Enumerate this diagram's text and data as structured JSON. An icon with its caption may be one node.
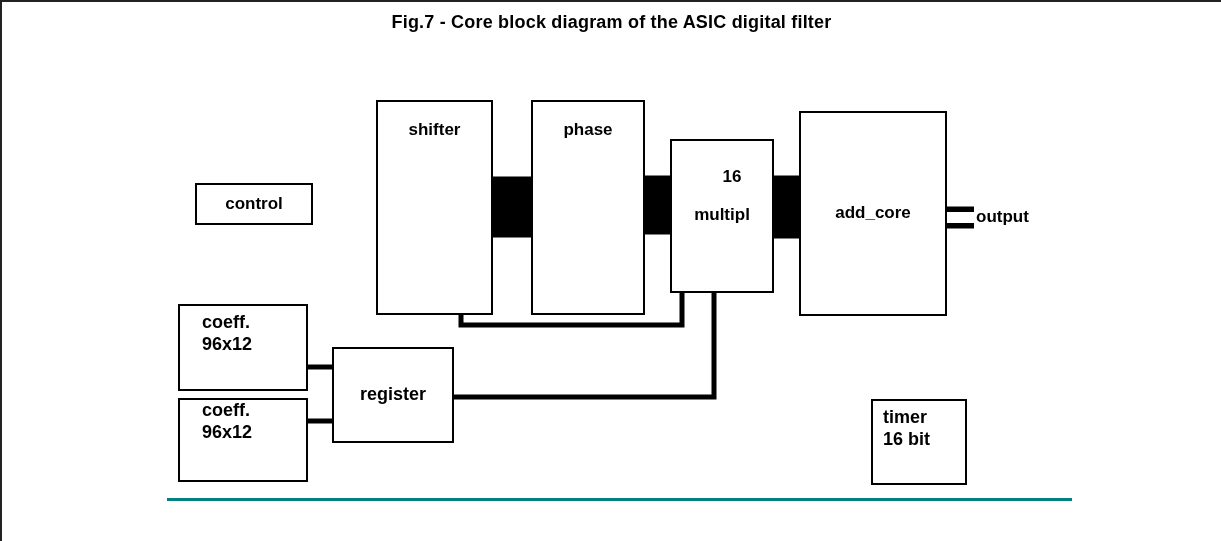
{
  "diagram": {
    "title": "Fig.7 - Core block diagram of the ASIC digital filter",
    "nodes": [
      {
        "text": [
          "control"
        ]
      },
      {
        "text": [
          "shifter"
        ]
      },
      {
        "text": [
          "phase"
        ]
      },
      {
        "text": [
          "16",
          "multipl"
        ]
      },
      {
        "text": [
          "add_core"
        ]
      },
      {
        "text": [
          "output"
        ]
      },
      {
        "text": [
          "coeff. 96x12"
        ]
      },
      {
        "text": [
          "coeff. 96x12"
        ]
      },
      {
        "text": [
          "register"
        ]
      },
      {
        "text": [
          "timer 16 bit"
        ]
      }
    ],
    "edges": [
      {
        "from": 1,
        "to": 2,
        "arrow": "none",
        "style": "thick"
      },
      {
        "from": 2,
        "to": 3,
        "arrow": "none",
        "style": "thick"
      },
      {
        "from": 3,
        "to": 4,
        "arrow": "none",
        "style": "thick"
      },
      {
        "from": 4,
        "to": 5,
        "arrow": "none"
      },
      {
        "from": 1,
        "to": 3,
        "arrow": "none"
      },
      {
        "from": 8,
        "to": 3,
        "arrow": "none"
      },
      {
        "from": 6,
        "to": 8,
        "arrow": "none"
      },
      {
        "from": 7,
        "to": 8,
        "arrow": "none"
      }
    ]
  }
}
